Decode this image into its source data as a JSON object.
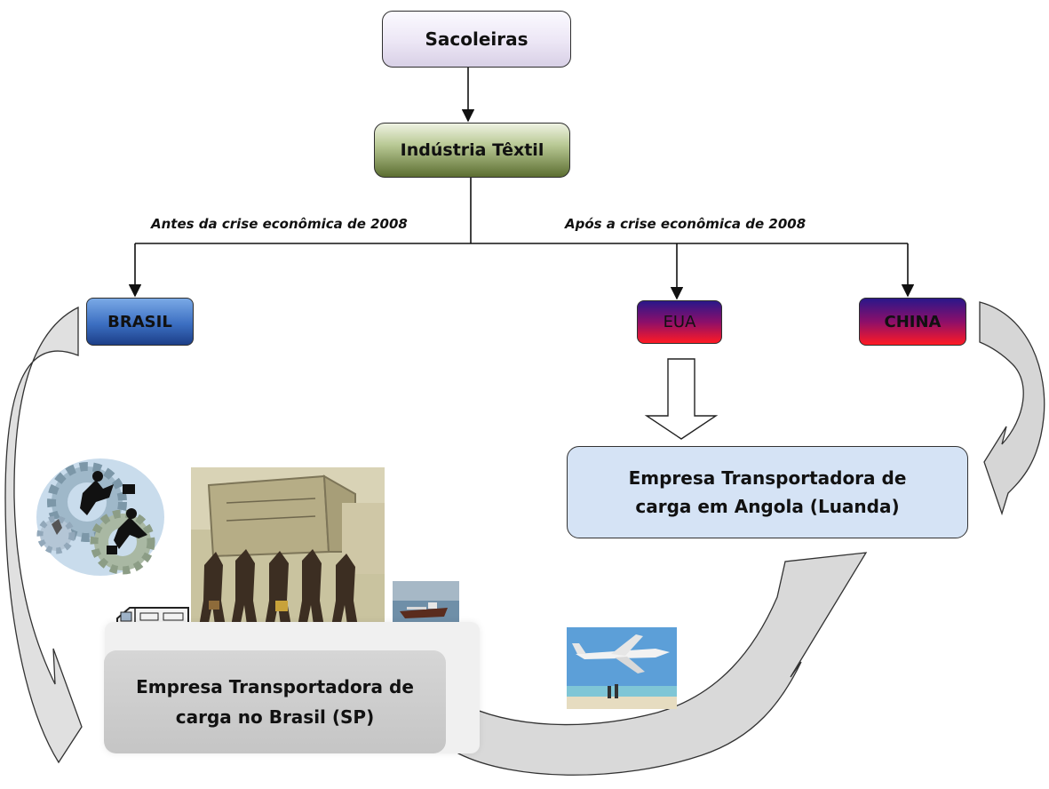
{
  "nodes": {
    "top": "Sacoleiras",
    "industry": "Indústria Têxtil",
    "brasil": "BRASIL",
    "eua": "EUA",
    "china": "CHINA",
    "angola": "Empresa Transportadora de carga em Angola (Luanda)",
    "sp": "Empresa Transportadora de carga no Brasil (SP)"
  },
  "labels": {
    "before": "Antes da crise econômica de 2008",
    "after": "Após a crise econômica de 2008"
  },
  "colors": {
    "line": "#111111",
    "curved_arrow_fill": "#d6d6d6",
    "angola_fill": "#d5e3f5",
    "sp_fill": "#c9c9c9"
  },
  "images": [
    {
      "name": "business-people-gears-clipart"
    },
    {
      "name": "porters-carrying-load-painting"
    },
    {
      "name": "ambulance-truck-clipart"
    },
    {
      "name": "cargo-ship-photo"
    },
    {
      "name": "airplane-over-beach-photo"
    }
  ]
}
